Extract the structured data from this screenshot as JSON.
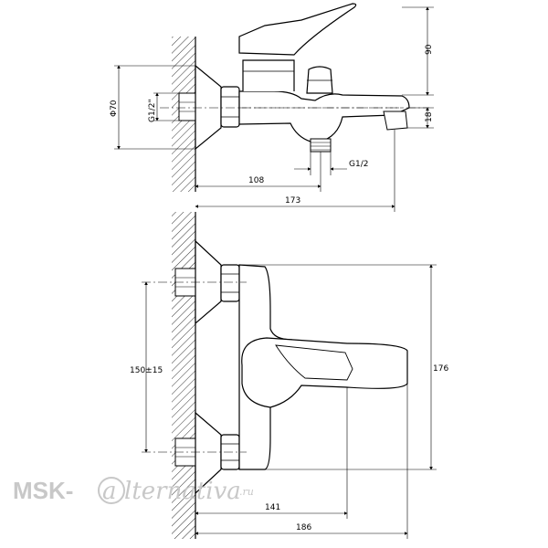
{
  "side_view": {
    "dim_90": "90",
    "dim_diam70": "Φ70",
    "dim_thread_in": "G1/2\"",
    "dim_18": "18",
    "dim_thread_out": "G1/2",
    "dim_108": "108",
    "dim_173": "173"
  },
  "front_view": {
    "dim_150": "150±15",
    "dim_176": "176",
    "dim_141": "141",
    "dim_186": "186"
  },
  "watermark": {
    "brand": "MSK-",
    "script": "lternativa",
    "at": "a",
    "suffix": ".ru"
  }
}
